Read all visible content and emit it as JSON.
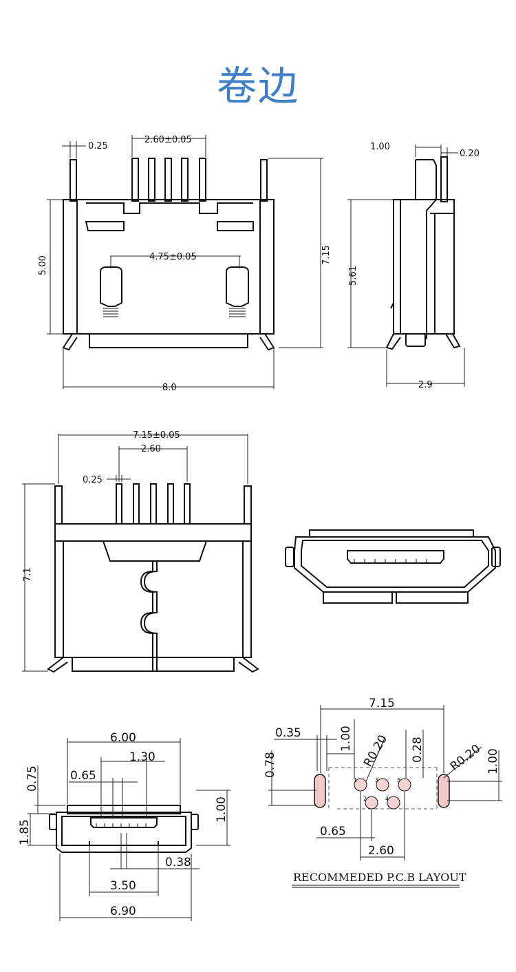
{
  "title": "卷边",
  "front_view": {
    "dim_pin_width": "0.25",
    "dim_pin_pitch": "2.60±0.05",
    "dim_inner_width": "4.75±0.05",
    "dim_body_height": "5.00",
    "dim_total_height": "7.15",
    "dim_total_width": "8.0"
  },
  "side_view": {
    "dim_top_offset": "1.00",
    "dim_pin_thickness": "0.20",
    "dim_height": "5.61",
    "dim_depth": "2.9"
  },
  "back_view": {
    "dim_width": "7.15±0.05",
    "dim_pitch": "2.60",
    "dim_pin_width": "0.25",
    "dim_height": "7.1"
  },
  "end_view": {
    "dim_inner_width": "6.00",
    "dim_pin_span": "1.30",
    "dim_pin_pitch": "0.65",
    "dim_top_height": "0.75",
    "dim_body_height": "1.85",
    "dim_tab_height": "1.00",
    "dim_lower_offset": "0.38",
    "dim_lower_width": "3.50",
    "dim_total_width": "6.90"
  },
  "pcb_layout": {
    "caption": "RECOMMEDED P.C.B LAYOUT",
    "dim_total_width": "7.15",
    "dim_slot_width": "0.35",
    "dim_slot_offset": "1.00",
    "dim_radius_left": "R0.20",
    "dim_pad_offset": "0.28",
    "dim_radius_right": "R0.20",
    "dim_right_height": "1.00",
    "dim_left_height": "0.78",
    "dim_pad_pitch": "0.65",
    "dim_pad_span": "2.60",
    "pin_numbers": [
      "1",
      "2",
      "3",
      "4",
      "5"
    ]
  }
}
